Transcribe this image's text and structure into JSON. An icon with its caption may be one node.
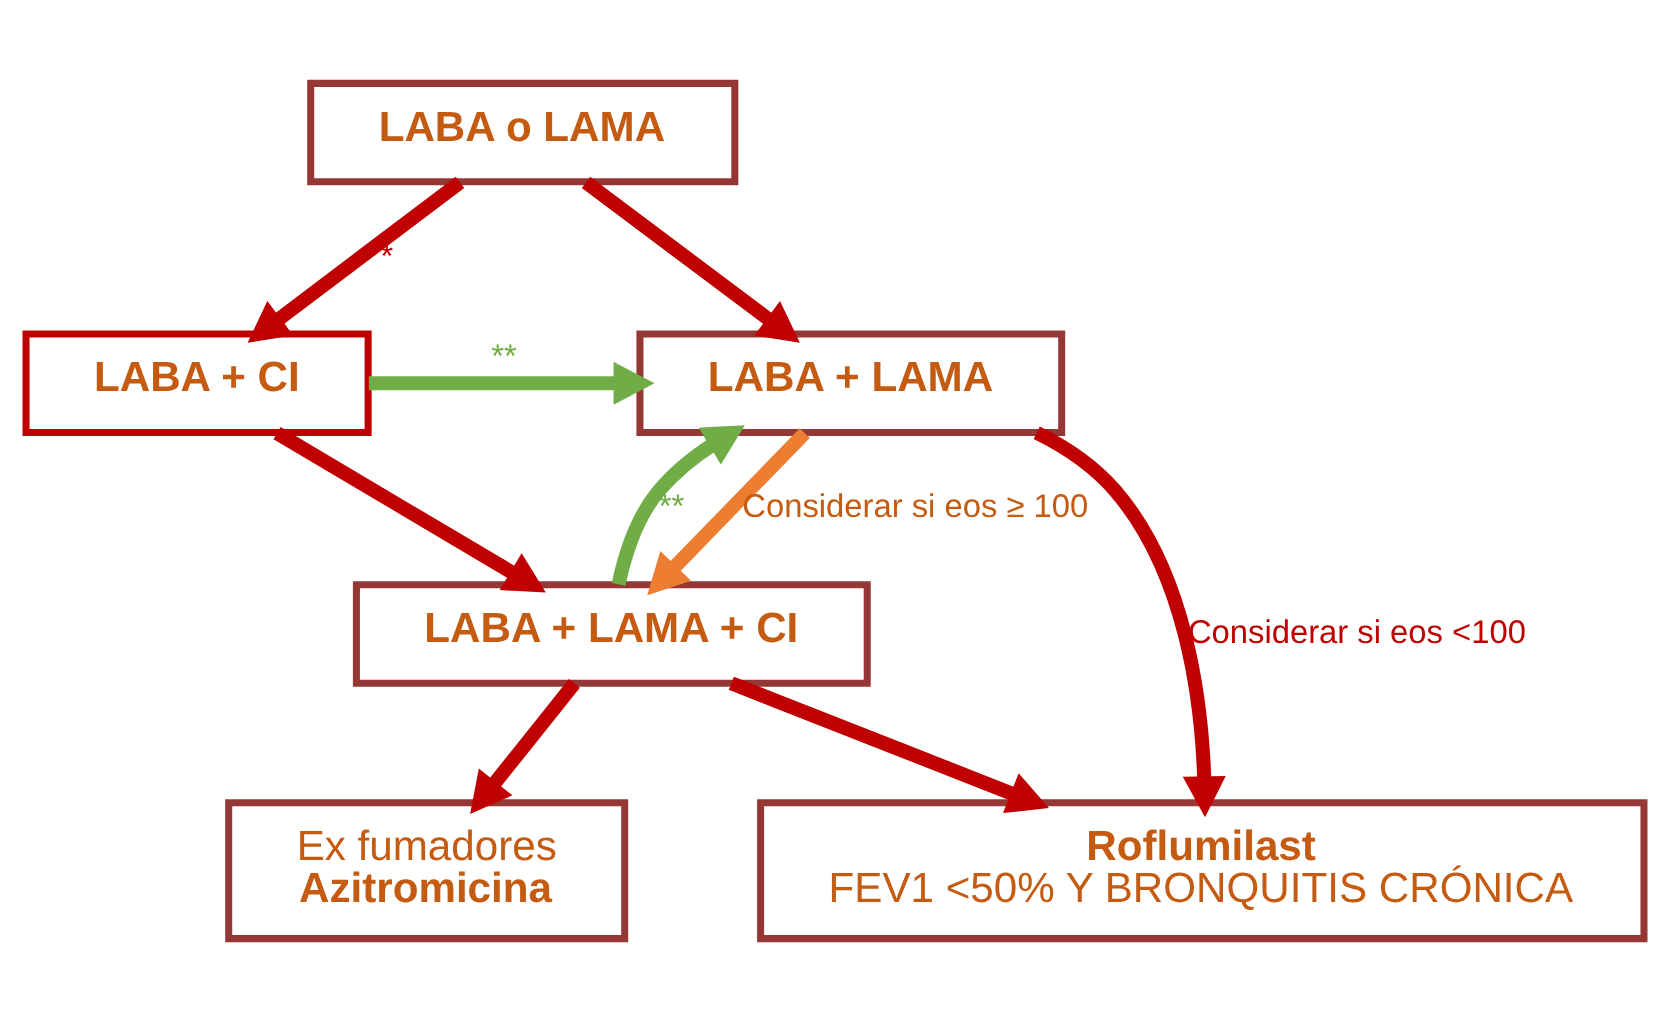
{
  "diagram": {
    "nodes": [
      {
        "text": [
          "LABA o LAMA"
        ]
      },
      {
        "text": [
          "LABA + LAMA"
        ]
      },
      {
        "text": [
          "LABA + CI"
        ]
      },
      {
        "text": [
          "LABA + LAMA + CI"
        ]
      },
      {
        "text": [
          "Roflumilast",
          "FEV1 <50% Y BRONQUITIS CRÓNICA"
        ]
      },
      {
        "text": [
          "Ex fumadores",
          "Azitromicina"
        ]
      }
    ],
    "edges": [
      {
        "from": 0,
        "to": 1,
        "arrow": "to"
      },
      {
        "from": 0,
        "to": 2,
        "arrow": "to",
        "label": "*"
      },
      {
        "from": 2,
        "to": 1,
        "arrow": "to",
        "label": "**",
        "color": "#70ad47"
      },
      {
        "from": 1,
        "to": 3,
        "arrow": "to",
        "label": "Considerar si eos ≥ 100",
        "color": "#ed7d31"
      },
      {
        "from": 3,
        "to": 1,
        "arrow": "to",
        "label": "**",
        "color": "#70ad47"
      },
      {
        "from": 1,
        "to": 4,
        "arrow": "to",
        "label": "Considerar si eos <100"
      },
      {
        "from": 3,
        "to": 4,
        "arrow": "to"
      },
      {
        "from": 2,
        "to": 3,
        "arrow": "to"
      },
      {
        "from": 3,
        "to": 5,
        "arrow": "to"
      }
    ]
  }
}
